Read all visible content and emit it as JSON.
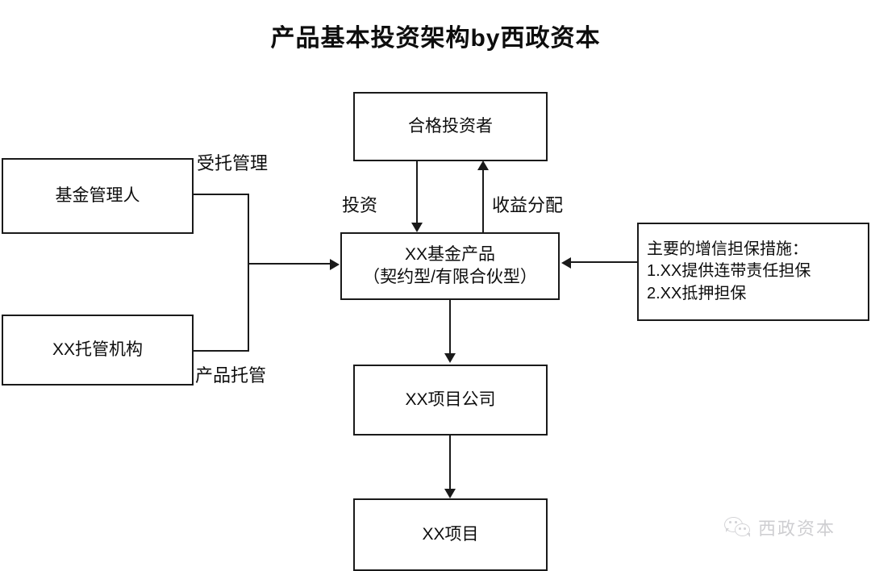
{
  "title": "产品基本投资架构by西政资本",
  "nodes": {
    "investor": "合格投资者",
    "fund_line1": "XX基金产品",
    "fund_line2": "（契约型/有限合伙型）",
    "manager": "基金管理人",
    "custodian": "XX托管机构",
    "project_company": "XX项目公司",
    "project": "XX项目",
    "credit_line1": "主要的增信担保措施：",
    "credit_line2": "1.XX提供连带责任担保",
    "credit_line3": "2.XX抵押担保"
  },
  "edge_labels": {
    "invest": "投资",
    "profit_distribution": "收益分配",
    "entrusted_management": "受托管理",
    "product_custody": "产品托管"
  },
  "watermark": {
    "text": "西政资本",
    "icon": "wechat-icon"
  },
  "colors": {
    "stroke": "#1a1a1a",
    "text": "#0d0d0d",
    "background": "#ffffff",
    "watermark": "#8c8c93"
  }
}
